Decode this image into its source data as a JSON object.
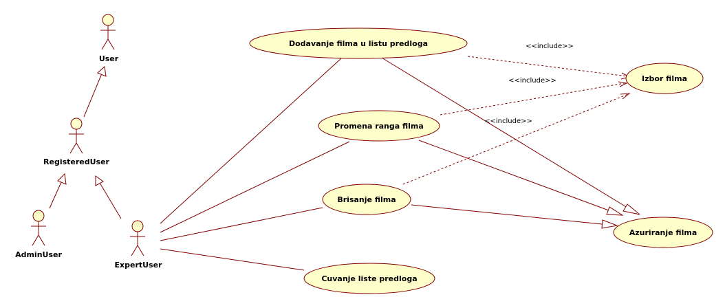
{
  "colors": {
    "fill": "#ffffcc",
    "line": "#800000",
    "text": "#000000"
  },
  "actors": {
    "user": "User",
    "registered_user": "RegisteredUser",
    "admin_user": "AdminUser",
    "expert_user": "ExpertUser"
  },
  "use_cases": {
    "dodavanje": "Dodavanje filma u listu predloga",
    "promena": "Promena ranga filma",
    "brisanje": "Brisanje filma",
    "cuvanje": "Cuvanje liste predloga",
    "izbor": "Izbor filma",
    "azuriranje": "Azuriranje filma"
  },
  "stereotypes": {
    "include_1": "<<include>>",
    "include_2": "<<include>>",
    "include_3": "<<include>>"
  }
}
